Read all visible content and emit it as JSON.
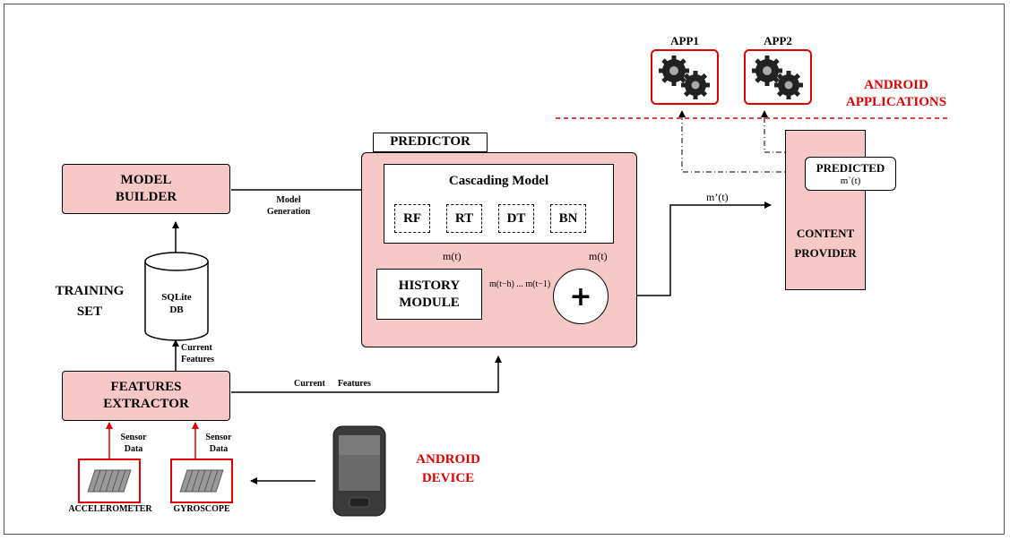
{
  "apps": [
    {
      "label": "APP1",
      "icon": "gears-icon"
    },
    {
      "label": "APP2",
      "icon": "gears-icon"
    }
  ],
  "android_applications": {
    "line1": "ANDROID",
    "line2": "APPLICATIONS"
  },
  "predictor": {
    "tab_label": "PREDICTOR",
    "cascading_title": "Cascading Model",
    "models": [
      "RF",
      "RT",
      "DT",
      "BN"
    ],
    "m_t_left": "m(t)",
    "m_t_right": "m(t)",
    "history": {
      "line1": "HISTORY",
      "line2": "MODULE"
    },
    "history_label": "m(t−h) ... m(t−1)",
    "combiner_symbol": "+"
  },
  "model_builder": {
    "line1": "MODEL",
    "line2": "BUILDER"
  },
  "model_generation": {
    "line1": "Model",
    "line2": "Generation"
  },
  "training_set": {
    "line1": "TRAINING",
    "line2": "SET"
  },
  "db": {
    "line1": "SQLite",
    "line2": "DB"
  },
  "current_features_vertical": {
    "line1": "Current",
    "line2": "Features"
  },
  "features_extractor": {
    "line1": "FEATURES",
    "line2": "EXTRACTOR"
  },
  "current_features_horizontal": {
    "word1": "Current",
    "word2": "Features"
  },
  "m_prime": "m’(t)",
  "content_provider": {
    "line1": "CONTENT",
    "line2": "PROVIDER"
  },
  "predicted": {
    "line1": "PREDICTED",
    "line2": "m`(t)"
  },
  "sensor_data": {
    "line1": "Sensor",
    "line2": "Data"
  },
  "sensors": [
    {
      "label": "ACCELEROMETER",
      "icon": "chip-icon"
    },
    {
      "label": "GYROSCOPE",
      "icon": "chip-icon"
    }
  ],
  "android_device": {
    "line1": "ANDROID",
    "line2": "DEVICE",
    "icon": "smartphone-icon"
  },
  "colors": {
    "box_fill": "#f7c8c8",
    "accent_red": "#e00000"
  }
}
